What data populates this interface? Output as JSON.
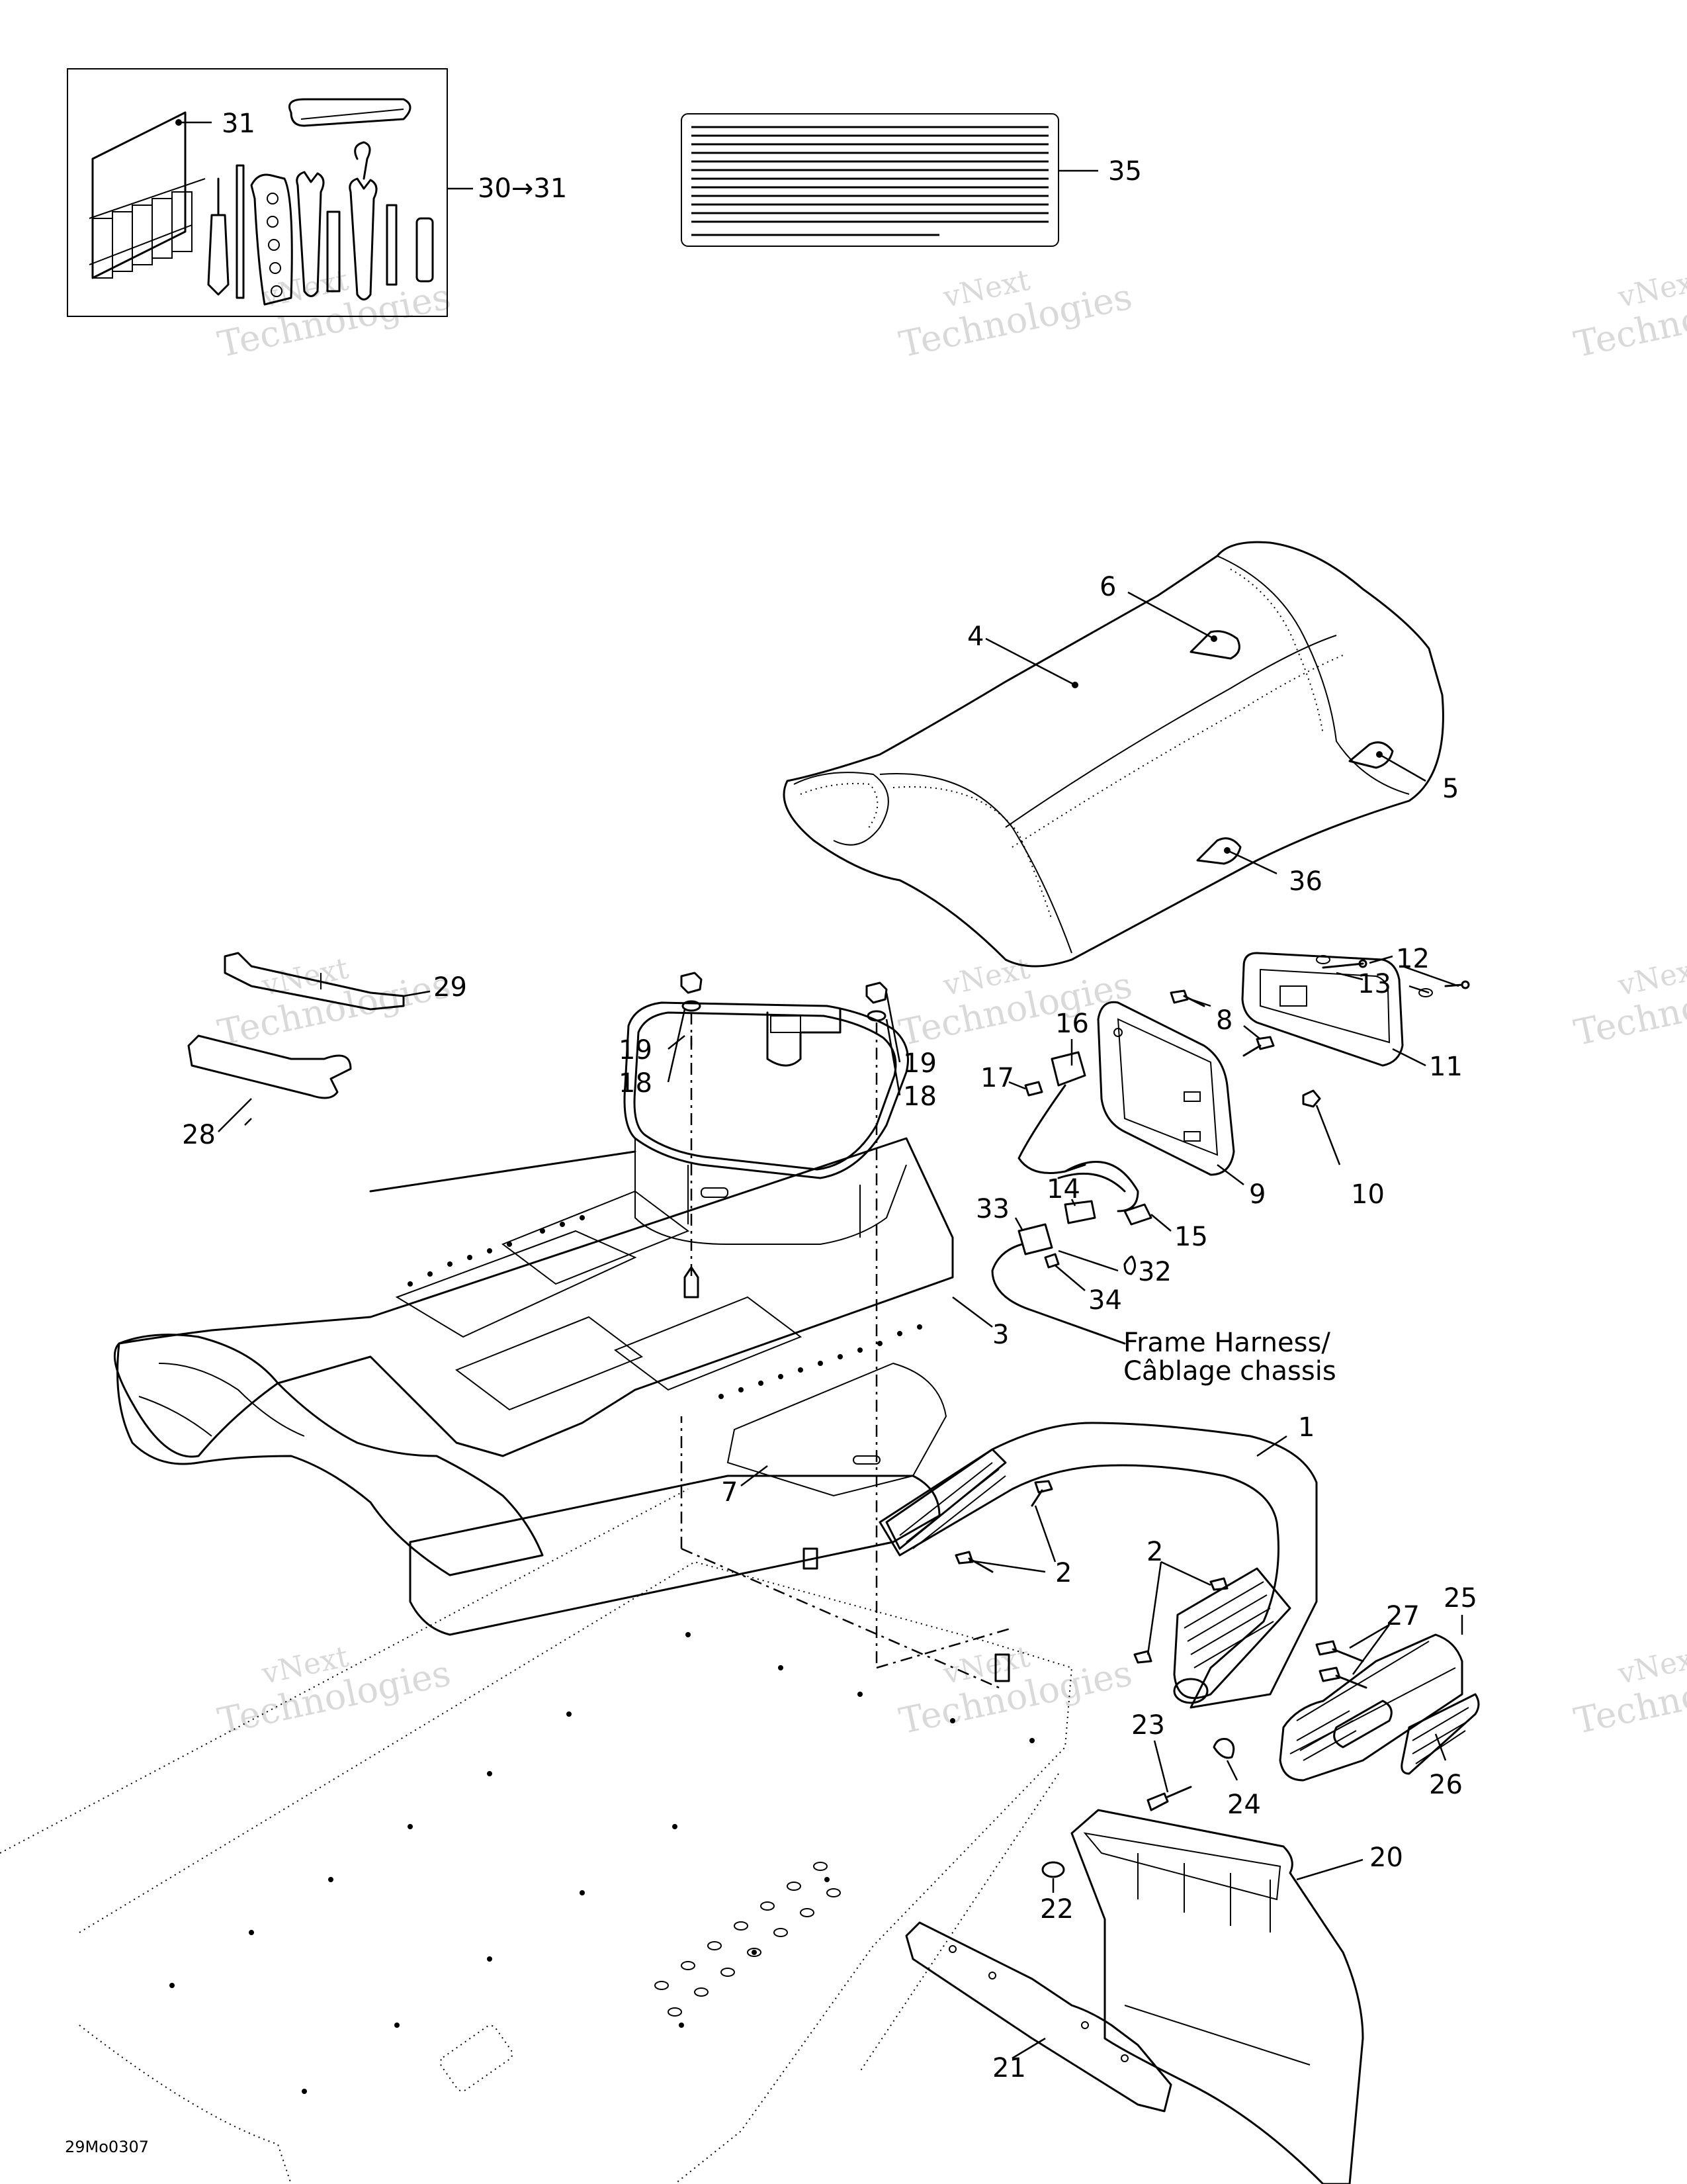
{
  "diagram": {
    "figure_code": "29Mo0307",
    "note": {
      "line1": "Frame Harness/",
      "line2": "Câblage chassis"
    },
    "inset_callout": "30→31",
    "callouts": {
      "c1": "1",
      "c2a": "2",
      "c2b": "2",
      "c3": "3",
      "c4": "4",
      "c5": "5",
      "c6": "6",
      "c7": "7",
      "c8": "8",
      "c9": "9",
      "c10": "10",
      "c11": "11",
      "c12": "12",
      "c13": "13",
      "c14": "14",
      "c15": "15",
      "c16": "16",
      "c17": "17",
      "c18a": "18",
      "c18b": "18",
      "c19a": "19",
      "c19b": "19",
      "c20": "20",
      "c21": "21",
      "c22": "22",
      "c23": "23",
      "c24": "24",
      "c25": "25",
      "c26": "26",
      "c27": "27",
      "c28": "28",
      "c29": "29",
      "c31": "31",
      "c32": "32",
      "c33": "33",
      "c34": "34",
      "c35": "35",
      "c36": "36"
    },
    "watermark": {
      "line1": "vNext",
      "line2": "Technologies"
    }
  }
}
